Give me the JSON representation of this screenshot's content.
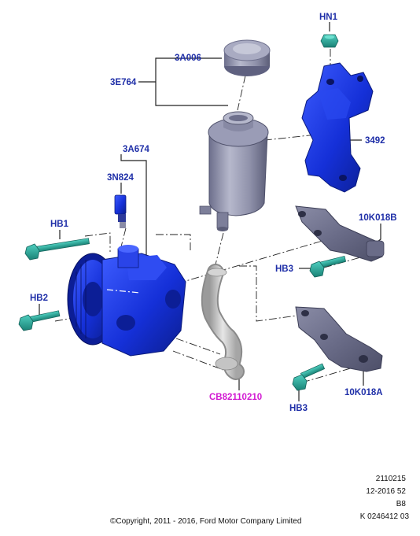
{
  "labels": {
    "hn1": "HN1",
    "a006": "3A006",
    "e764": "3E764",
    "n3492": "3492",
    "a674": "3A674",
    "n824": "3N824",
    "k018b": "10K018B",
    "hb1": "HB1",
    "hb3_top": "HB3",
    "hb2": "HB2",
    "cb": "CB82110210",
    "k018a": "10K018A",
    "hb3_bottom": "HB3"
  },
  "footer": {
    "code": "2110215",
    "date": "12-2016 52",
    "rev": "B8",
    "ref": "K 0246412 03",
    "copyright": "©Copyright, 2011 - 2016, Ford Motor Company Limited"
  },
  "colors": {
    "part_blue": "#1530d8",
    "part_grey": "#8a8aa6",
    "fastener_teal": "#2aa89a",
    "label_blue": "#1f2fa8",
    "label_magenta": "#d21ad2"
  }
}
